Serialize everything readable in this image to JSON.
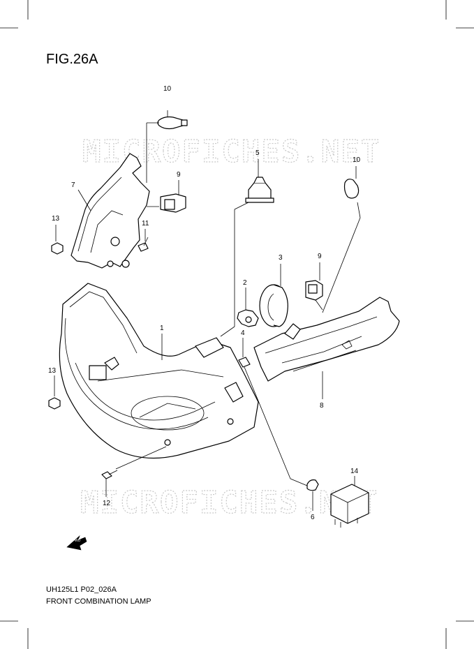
{
  "figure": {
    "title": "FIG.26A",
    "code": "UH125L1 P02_026A",
    "name": "FRONT COMBINATION LAMP"
  },
  "watermark": {
    "text": "MICROFICHES.NET"
  },
  "fwd_label": "FWD",
  "callouts": [
    "10",
    "9",
    "7",
    "13",
    "11",
    "5",
    "10",
    "3",
    "9",
    "2",
    "4",
    "1",
    "13",
    "8",
    "14",
    "12",
    "6"
  ]
}
